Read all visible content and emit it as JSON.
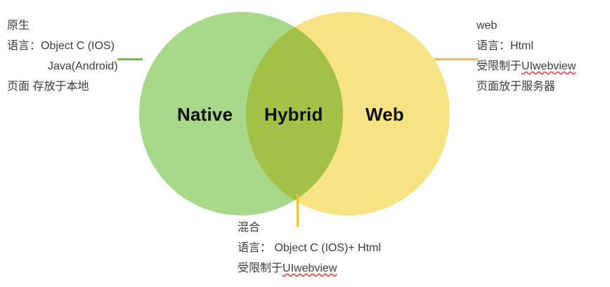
{
  "diagram": {
    "type": "venn",
    "title": "Native / Hybrid / Web app comparison",
    "colors": {
      "native_fill": "#a8d88a",
      "web_fill": "#f7e383",
      "overlap_fill": "#d3dc5e",
      "native_leader": "#6cbf4a",
      "web_leader": "#e8c441",
      "hybrid_leader": "#e8c441",
      "label_text": "#111111",
      "body_text": "#3c3c3c",
      "spellcheck_underline": "#e8413a",
      "background": "#ffffff"
    },
    "sets": [
      {
        "id": "native",
        "label": "Native",
        "fill": "#a8d88a"
      },
      {
        "id": "web",
        "label": "Web",
        "fill": "#f7e383"
      }
    ],
    "intersection": {
      "id": "hybrid",
      "label": "Hybrid",
      "fill": "#d3dc5e"
    }
  },
  "annotations": {
    "native": {
      "heading": "原生",
      "lines": [
        "语言：Object C (IOS)",
        "Java(Android)",
        "页面 存放于本地"
      ],
      "line1": "语言：Object C (IOS)",
      "line2": "Java(Android)",
      "line3": "页面 存放于本地"
    },
    "web": {
      "heading": "web",
      "lines": [
        "语言：Html",
        "受限制于UIwebview",
        "页面放于服务器"
      ],
      "line1": "语言：Html",
      "line2_prefix": "受限制于",
      "line2_misspelled": "UIwebview",
      "line3": "页面放于服务器"
    },
    "hybrid": {
      "heading": "混合",
      "lines": [
        "语言： Object C (IOS)+ Html",
        "受限制于UIwebview"
      ],
      "line1": "语言： Object C (IOS)+ Html",
      "line2_prefix": "受限制于",
      "line2_misspelled": "UIwebview"
    }
  }
}
